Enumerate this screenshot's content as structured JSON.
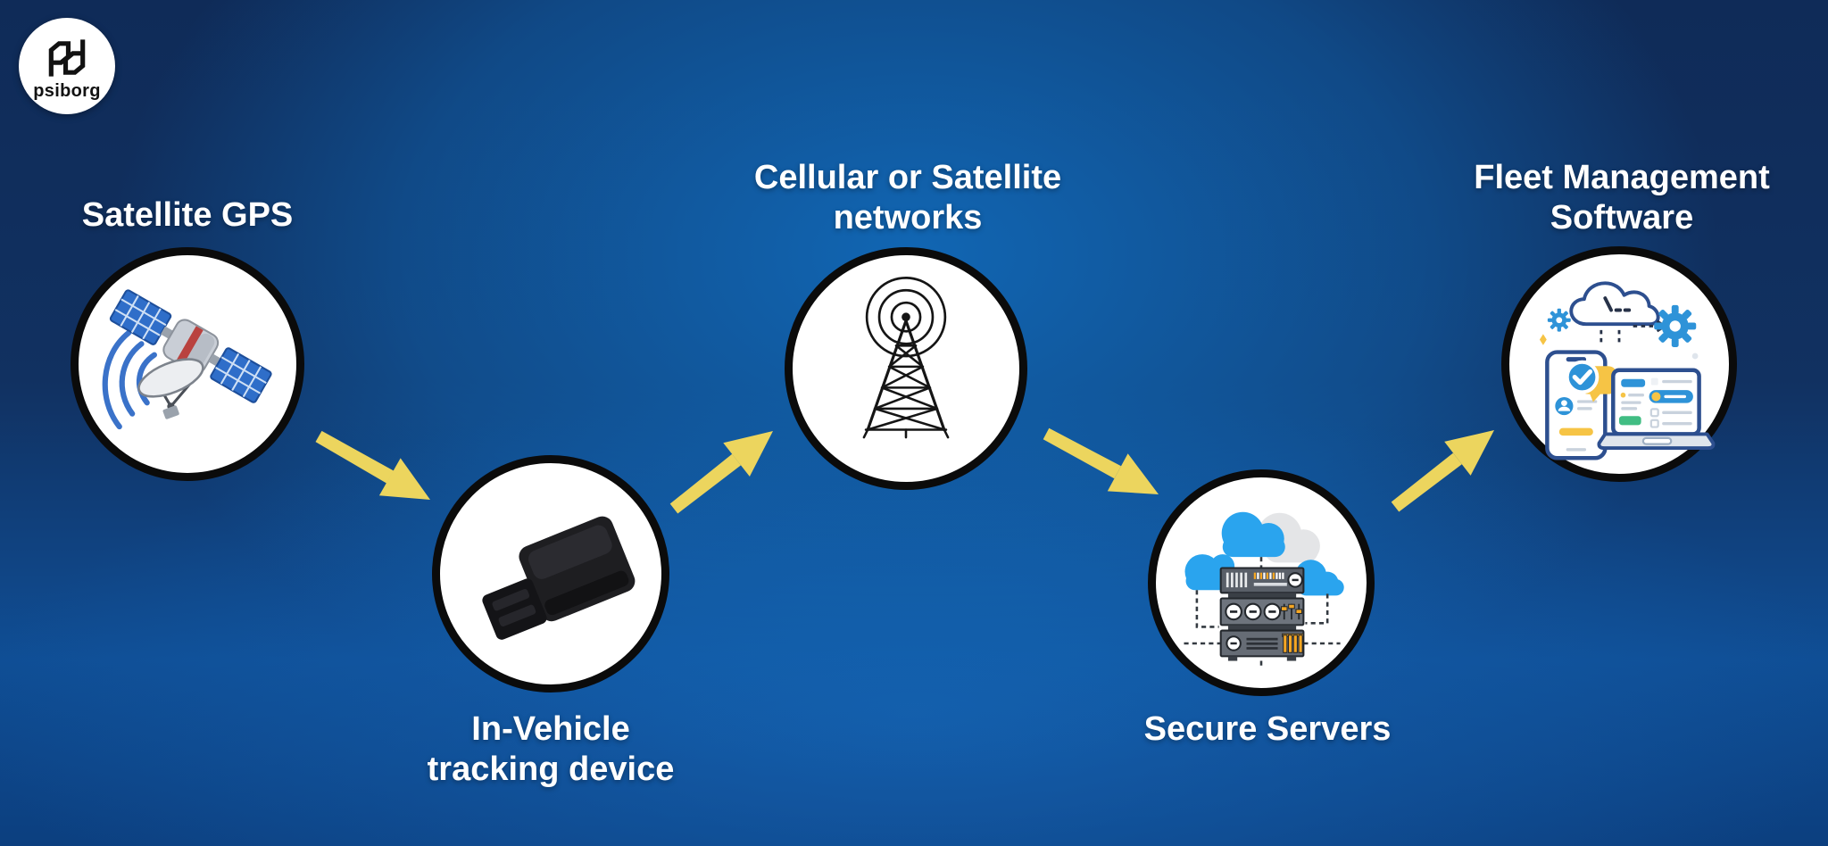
{
  "header": {
    "logo": {
      "brand": "psiborg",
      "monogram": "pb"
    }
  },
  "diagram": {
    "description": "GPS fleet tracking data flow",
    "nodes": [
      {
        "id": "satellite-gps",
        "icon": "satellite-icon",
        "label_lines": [
          "Satellite GPS"
        ],
        "label_position": "above"
      },
      {
        "id": "in-vehicle-tracking-device",
        "icon": "obd-tracker-icon",
        "label_lines": [
          "In-Vehicle",
          "tracking device"
        ],
        "label_position": "below"
      },
      {
        "id": "cellular-satellite-networks",
        "icon": "radio-tower-icon",
        "label_lines": [
          "Cellular or Satellite",
          "networks"
        ],
        "label_position": "above"
      },
      {
        "id": "secure-servers",
        "icon": "cloud-servers-icon",
        "label_lines": [
          "Secure Servers"
        ],
        "label_position": "below"
      },
      {
        "id": "fleet-management-software",
        "icon": "software-devices-icon",
        "label_lines": [
          "Fleet Management",
          "Software"
        ],
        "label_position": "above"
      }
    ],
    "flow": [
      {
        "from": "satellite-gps",
        "to": "in-vehicle-tracking-device",
        "direction": "down-right"
      },
      {
        "from": "in-vehicle-tracking-device",
        "to": "cellular-satellite-networks",
        "direction": "up-right"
      },
      {
        "from": "cellular-satellite-networks",
        "to": "secure-servers",
        "direction": "down-right"
      },
      {
        "from": "secure-servers",
        "to": "fleet-management-software",
        "direction": "up-right"
      }
    ]
  },
  "colors": {
    "arrow": "#ecd55e",
    "label_text": "#ffffff",
    "circle_fill": "#ffffff",
    "circle_border": "#0b0b0b",
    "bg_center": "#1166b3",
    "bg_corner": "#0f2b58",
    "bg_bottom": "#0c3f7f"
  }
}
